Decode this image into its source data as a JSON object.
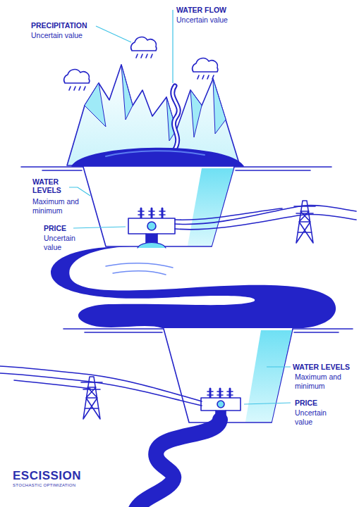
{
  "diagram": {
    "labels": [
      "PRECIPITATION",
      "Uncertain value",
      "WATER FLOW",
      "Uncertain value",
      "WATER LEVELS",
      "Maximum and minimum",
      "PRICE",
      "Uncertain value",
      "WATER LEVELS",
      "Maximum and minimum",
      "PRICE",
      "Uncertain value",
      "ESCISSION",
      "STOCHASTIC OPTIMIZATION"
    ]
  }
}
